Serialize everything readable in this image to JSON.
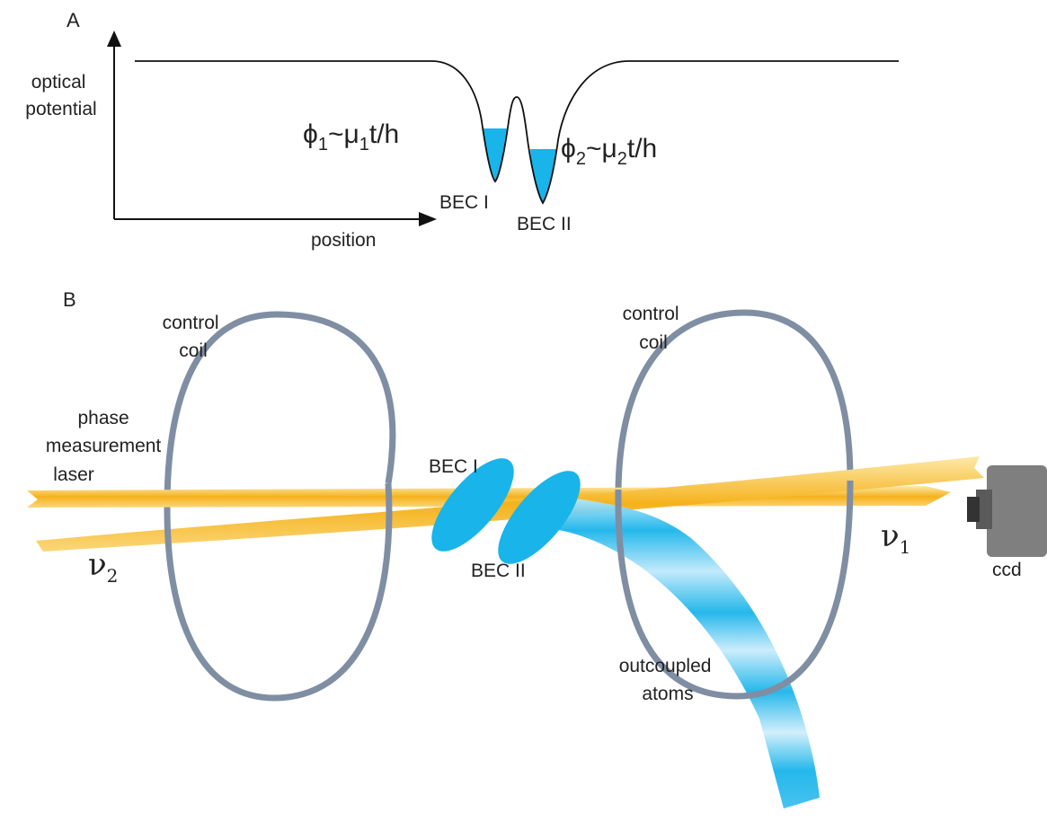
{
  "panel_a": {
    "label": "A",
    "ylabel": [
      "optical",
      "potential"
    ],
    "xlabel": "position",
    "phi1": {
      "sym": "ϕ",
      "sub1": "1",
      "mid": "~μ",
      "sub2": "1",
      "tail": "t/h"
    },
    "phi2": {
      "sym": "ϕ",
      "sub1": "2",
      "mid": "~μ",
      "sub2": "2",
      "tail": "t/h"
    },
    "bec1": "BEC I",
    "bec2": "BEC II"
  },
  "panel_b": {
    "label": "B",
    "left_coil": [
      "control",
      "coil"
    ],
    "right_coil": [
      "control",
      "coil"
    ],
    "laser": [
      "phase",
      "measurement",
      "laser"
    ],
    "nu2": {
      "sym": "ν",
      "sub": "2"
    },
    "nu1": {
      "sym": "ν",
      "sub": "1"
    },
    "bec1": "BEC I",
    "bec2": "BEC II",
    "ccd": "ccd",
    "outcoupled": [
      "outcoupled",
      "atoms"
    ]
  },
  "colors": {
    "coil": "#7f8ea3",
    "laser": "#f5b622",
    "bec": "#18b4ea",
    "line": "#111111"
  }
}
